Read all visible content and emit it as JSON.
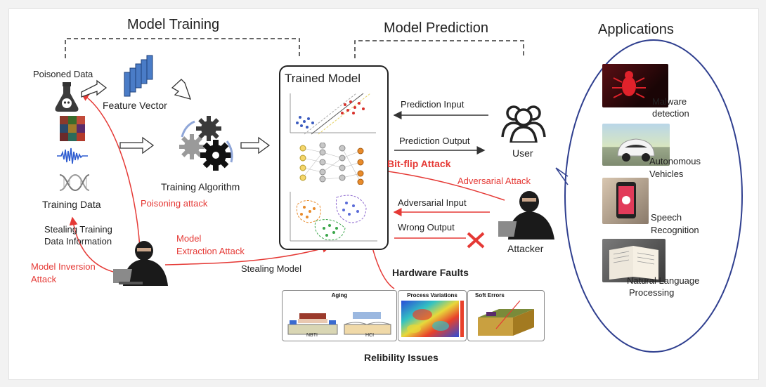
{
  "headers": {
    "model_training": "Model Training",
    "model_prediction": "Model Prediction",
    "applications": "Applications"
  },
  "trained_model": {
    "title": "Trained Model"
  },
  "left": {
    "poisoned_data": "Poisoned Data",
    "feature_vector": "Feature Vector",
    "training_algorithm": "Training Algorithm",
    "training_data": "Training Data",
    "stealing_training_line1": "Stealing Training",
    "stealing_training_line2": "Data Information"
  },
  "attacks": {
    "poisoning": "Poisoning attack",
    "model_extraction_line1": "Model",
    "model_extraction_line2": "Extraction Attack",
    "stealing_model": "Stealing Model",
    "model_inversion_line1": "Model Inversion",
    "model_inversion_line2": "Attack",
    "bit_flip": "Bit-flip Attack",
    "adversarial": "Adversarial Attack"
  },
  "right": {
    "prediction_input": "Prediction Input",
    "prediction_output": "Prediction Output",
    "user": "User",
    "adversarial_input": "Adversarial Input",
    "wrong_output": "Wrong Output",
    "attacker": "Attacker"
  },
  "hardware": {
    "faults": "Hardware Faults",
    "reliability": "Relibility Issues",
    "panels": [
      "Aging",
      "Process Variations",
      "Soft Errors"
    ],
    "aging_sublabels": [
      "NBTI",
      "HCI"
    ]
  },
  "applications": [
    {
      "line1": "Malware",
      "line2": "detection"
    },
    {
      "line1": "Autonomous",
      "line2": "Vehicles"
    },
    {
      "line1": "Speech",
      "line2": "Recognition"
    },
    {
      "line1": "Natural Language",
      "line2": "Processing"
    }
  ],
  "colors": {
    "attack_red": "#e53935",
    "ellipse_blue": "#2f3f8f",
    "accent_orange": "#f5a623"
  },
  "icons": [
    "flask-skull-icon",
    "image-grid-icon",
    "waveform-icon",
    "dna-icon",
    "gears-icon",
    "user-group-icon",
    "hacker-icon",
    "red-x-icon"
  ]
}
